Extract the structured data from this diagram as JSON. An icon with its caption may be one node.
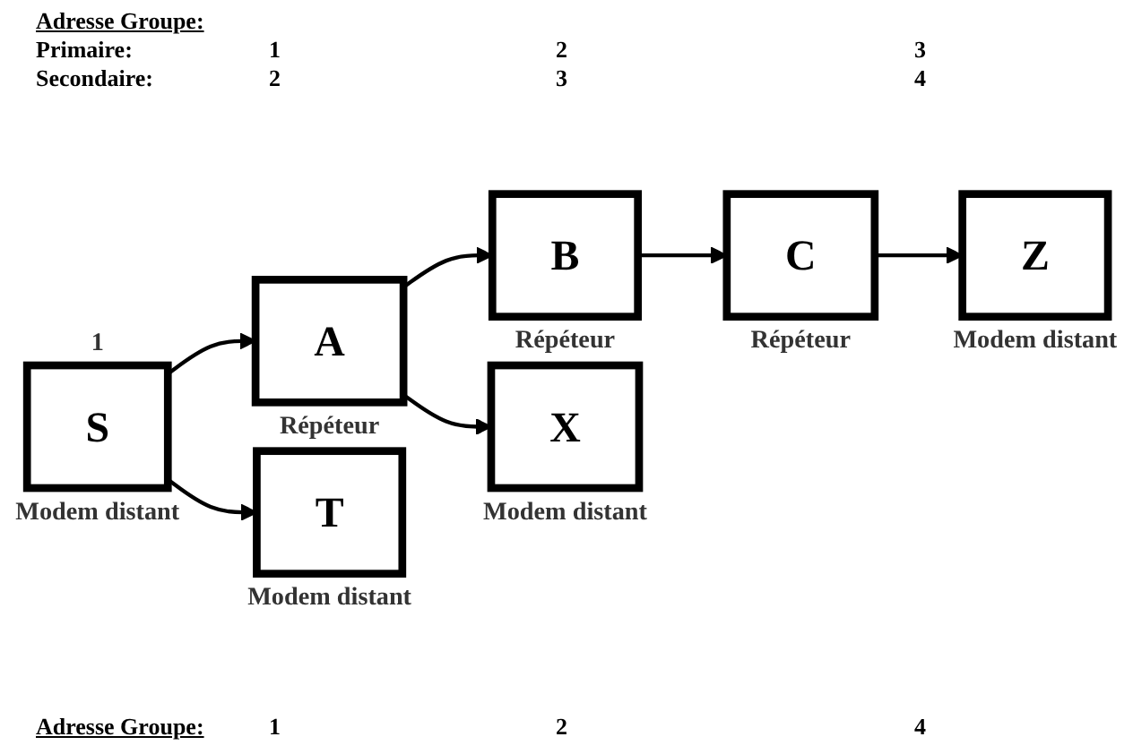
{
  "diagram": {
    "nodes": [
      {
        "text": [
          "A"
        ],
        "beside": [
          "Répéteur"
        ]
      },
      {
        "text": [
          "B"
        ],
        "beside": [
          "Répéteur"
        ]
      },
      {
        "text": [
          "C"
        ],
        "beside": [
          "Répéteur"
        ]
      },
      {
        "text": [
          "S"
        ],
        "beside": [
          "1",
          "Modem distant"
        ]
      },
      {
        "text": [
          "T"
        ],
        "beside": [
          "Modem distant"
        ]
      },
      {
        "text": [
          "X"
        ],
        "beside": [
          "Modem distant"
        ]
      },
      {
        "text": [
          "Z"
        ],
        "beside": [
          "Modem distant"
        ]
      }
    ],
    "edges": [
      {
        "from": 0,
        "to": 1,
        "arrow": "to"
      },
      {
        "from": 1,
        "to": 2,
        "arrow": "to"
      },
      {
        "from": 3,
        "to": 0,
        "arrow": "to"
      },
      {
        "from": 3,
        "to": 4,
        "arrow": "to"
      },
      {
        "from": 0,
        "to": 5,
        "arrow": "to"
      },
      {
        "from": 2,
        "to": 6,
        "arrow": "to"
      }
    ],
    "labels": [
      "Adresse Groupe:",
      "Primaire:",
      "1",
      "2",
      "3",
      "Secondaire:",
      "2",
      "3",
      "4",
      "Adresse Groupe:",
      "1",
      "2",
      "4"
    ]
  }
}
